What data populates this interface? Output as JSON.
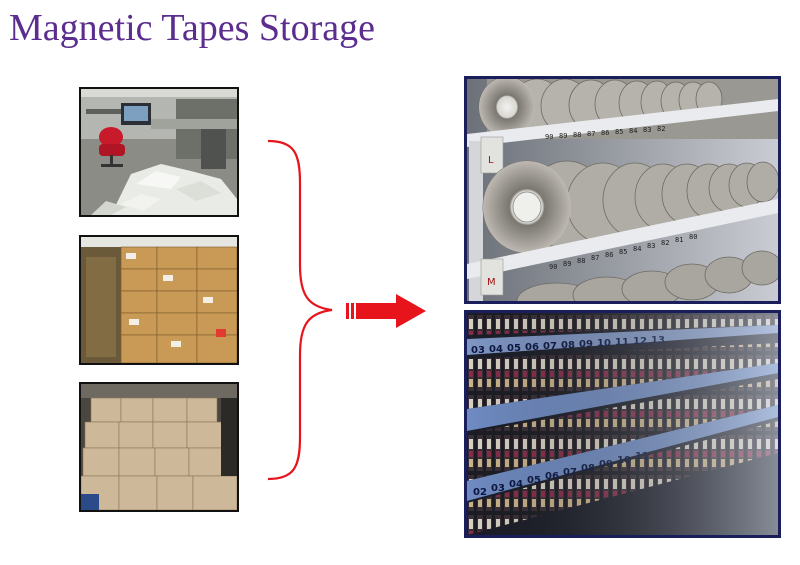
{
  "slide": {
    "title": "Magnetic Tapes Storage"
  },
  "colors": {
    "title": "#5b2d8e",
    "brace": "#e8141c",
    "arrow": "#e8141c",
    "frame": "#1a1f5c"
  },
  "left_photos": [
    {
      "name": "office-paper-mess-photo"
    },
    {
      "name": "boxes-warehouse-photo"
    },
    {
      "name": "stacked-boxes-room-photo"
    }
  ],
  "right_photos": [
    {
      "name": "tape-reel-rack-photo",
      "shelf_labels": [
        "L",
        "M"
      ],
      "row_numbers_top": [
        "90",
        "89",
        "88",
        "87",
        "86",
        "85",
        "84",
        "83",
        "82"
      ],
      "row_numbers_bottom": [
        "90",
        "89",
        "88",
        "87",
        "86",
        "85",
        "84",
        "83",
        "82",
        "81",
        "80"
      ]
    },
    {
      "name": "tape-cartridge-shelves-photo",
      "row_numbers_top": [
        "03",
        "04",
        "05",
        "06",
        "07",
        "08",
        "09",
        "10",
        "11",
        "12",
        "13"
      ],
      "row_numbers_bottom": [
        "02",
        "03",
        "04",
        "05",
        "06",
        "07",
        "08",
        "09",
        "10",
        "11"
      ]
    }
  ]
}
